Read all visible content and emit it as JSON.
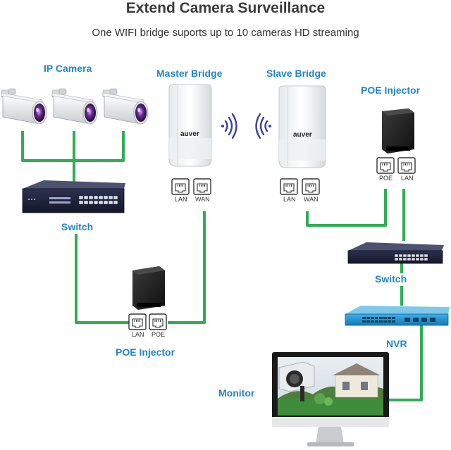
{
  "header": {
    "title": "Extend Camera Surveillance",
    "subtitle": "One WIFI bridge suports up to 10 cameras HD streaming"
  },
  "labels": {
    "ip_camera": "IP Camera",
    "master_bridge": "Master Bridge",
    "slave_bridge": "Slave Bridge",
    "poe_injector_right": "POE Injector",
    "switch_left": "Switch",
    "switch_right": "Switch",
    "poe_injector_left": "POE Injector",
    "nvr": "NVR",
    "monitor": "Monitor"
  },
  "brand": {
    "master": "auver",
    "slave": "auver"
  },
  "ports": {
    "master_lan": "LAN",
    "master_wan": "WAN",
    "slave_lan": "LAN",
    "slave_wan": "WAN",
    "right_injector_poe": "POE",
    "right_injector_lan": "LAN",
    "left_injector_lan": "LAN",
    "left_injector_poe": "POE"
  },
  "colors": {
    "cable": "#2fae55",
    "label_blue": "#1f86c9",
    "wifi": "#3b3f9e"
  }
}
